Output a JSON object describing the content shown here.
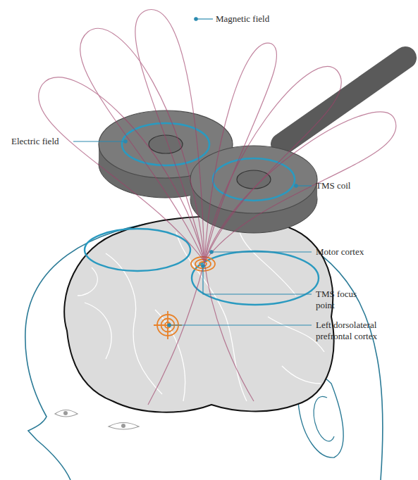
{
  "diagram": {
    "labels": [
      "Magnetic field",
      "Electric field",
      "TMS coil",
      "Motor cortex",
      "TMS focus point",
      "Left dorsolateral prefrontal cortex"
    ]
  }
}
